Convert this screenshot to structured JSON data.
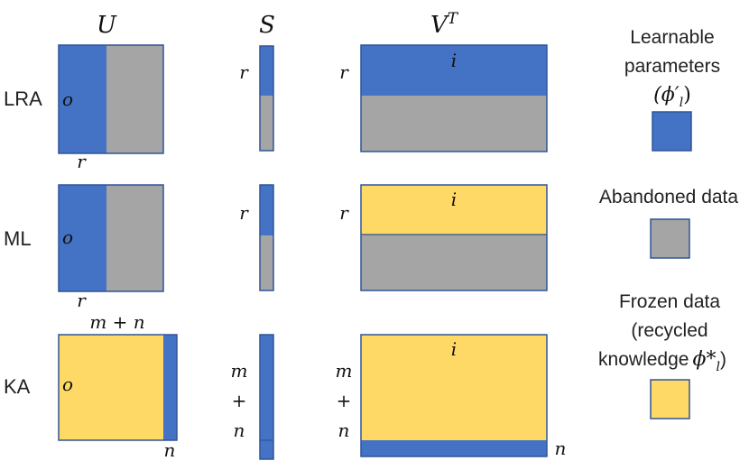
{
  "colors": {
    "learnable": "#4472c4",
    "abandoned": "#a5a5a5",
    "frozen": "#ffd966",
    "border": "#2f5597"
  },
  "headers": {
    "u": "U",
    "s": "S",
    "vt_base": "V",
    "vt_sup": "T"
  },
  "rows": [
    {
      "label": "LRA",
      "u_inner": "o",
      "u_below": "r",
      "s_side": "r",
      "v_side": "r",
      "v_inner": "i"
    },
    {
      "label": "ML",
      "u_inner": "o",
      "u_below": "r",
      "s_side": "r",
      "v_side": "r",
      "v_inner": "i"
    },
    {
      "label": "KA",
      "u_above": "m + n",
      "u_inner": "o",
      "u_below": "n",
      "s_side": [
        "m",
        "+",
        "n"
      ],
      "v_side": [
        "m",
        "+",
        "n"
      ],
      "v_inner": "i",
      "v_below": "n"
    }
  ],
  "legend": {
    "learnable": {
      "lines": [
        "Learnable",
        "parameters"
      ],
      "symbol": "(ϕ′",
      "sub": "l",
      "close": ")"
    },
    "abandoned": {
      "lines": [
        "Abandoned data"
      ]
    },
    "frozen": {
      "lines": [
        "Frozen data",
        "(recycled",
        "knowledge"
      ],
      "symbol": "ϕ*",
      "sub": "l",
      "close": ")"
    }
  }
}
